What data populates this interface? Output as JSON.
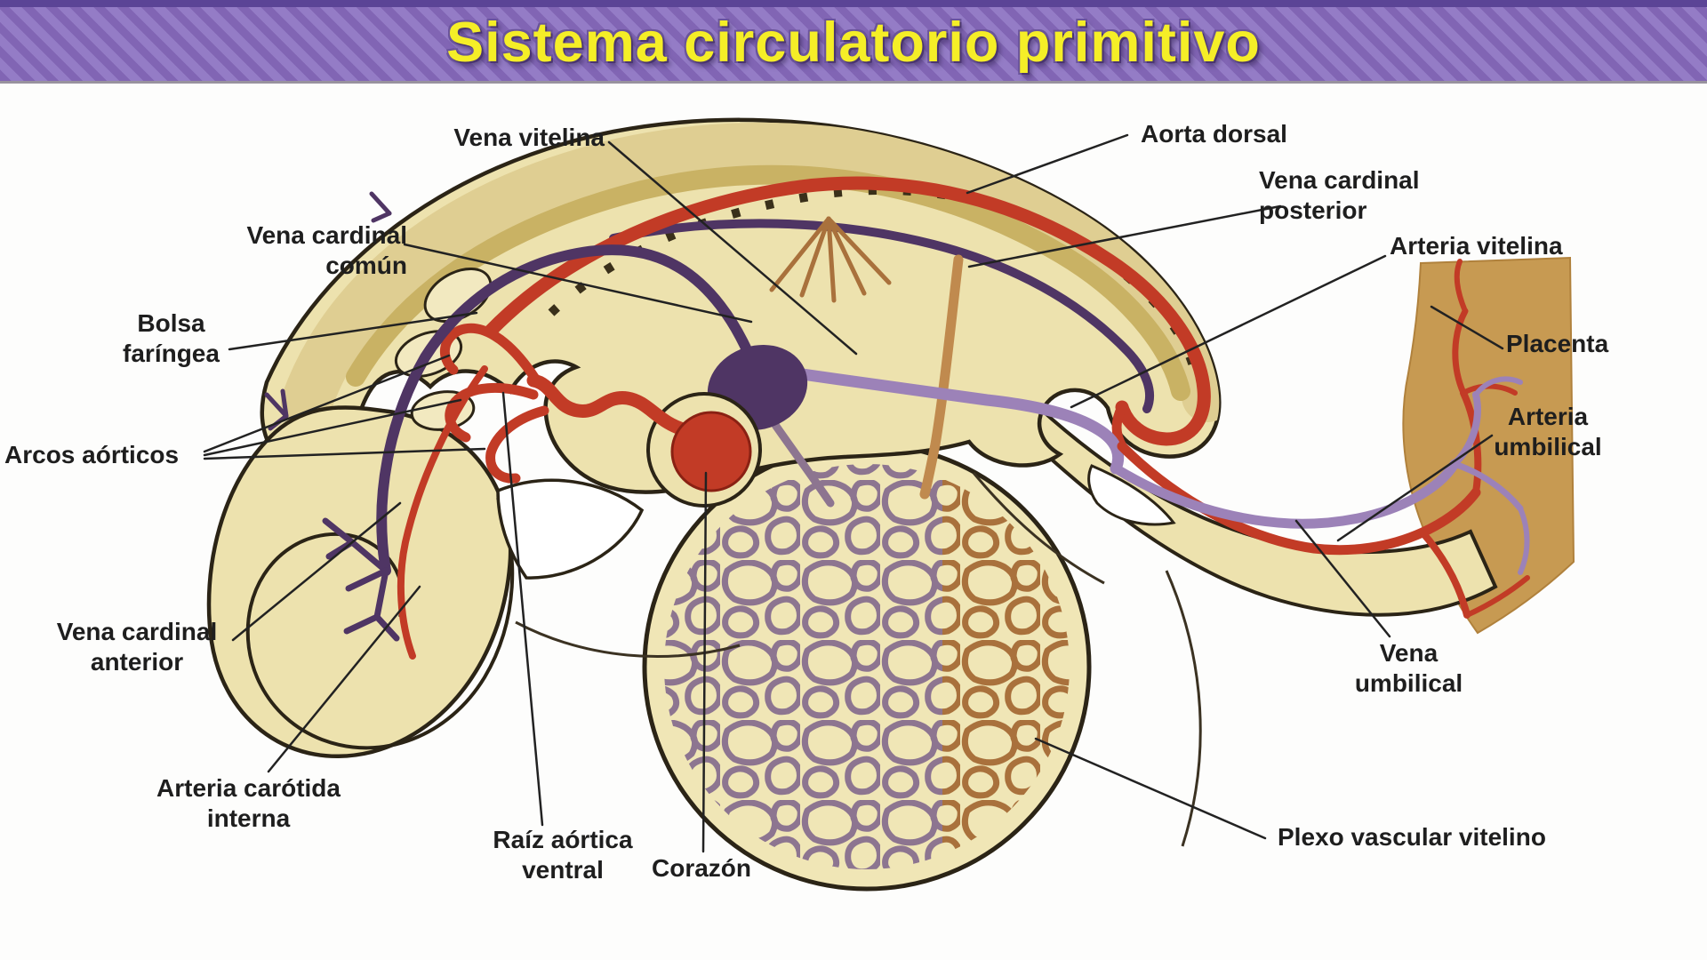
{
  "title": {
    "text": "Sistema circulatorio primitivo"
  },
  "diagram": {
    "description": "Primitive embryonic circulatory system, lateral view of curled embryo with yolk sac and placenta",
    "labels": {
      "vena_vitelina": "Vena vitelina",
      "aorta_dorsal": "Aorta dorsal",
      "vena_cardinal_posterior": "Vena cardinal\nposterior",
      "arteria_vitelina": "Arteria vitelina",
      "placenta": "Placenta",
      "arteria_umbilical": "Arteria\numbilical",
      "vena_umbilical": "Vena\numbilical",
      "plexo_vascular_vitelino": "Plexo vascular vitelino",
      "corazon": "Corazón",
      "raiz_aortica_ventral": "Raíz aórtica\nventral",
      "arteria_carotida_interna": "Arteria carótida\ninterna",
      "vena_cardinal_anterior": "Vena cardinal\nanterior",
      "arcos_aorticos": "Arcos aórticos",
      "bolsa_faringea": "Bolsa\nfaríngea",
      "vena_cardinal_comun": "Vena cardinal\ncomún"
    },
    "colors": {
      "banner_purple": "#8165B4",
      "banner_stripe_light": "#947CC6",
      "banner_top_edge": "#5B4496",
      "title_yellow": "#F5EE27",
      "body_cream": "#EDE2AE",
      "outline_dark": "#2B2416",
      "artery_red": "#C23B26",
      "vein_dark_purple": "#4F3564",
      "vein_lavender": "#9C82B8",
      "placenta_tan": "#C79A52",
      "plexus_purple": "#8D7590",
      "plexus_brown": "#A9713C",
      "label_text": "#1E1E1E"
    }
  }
}
